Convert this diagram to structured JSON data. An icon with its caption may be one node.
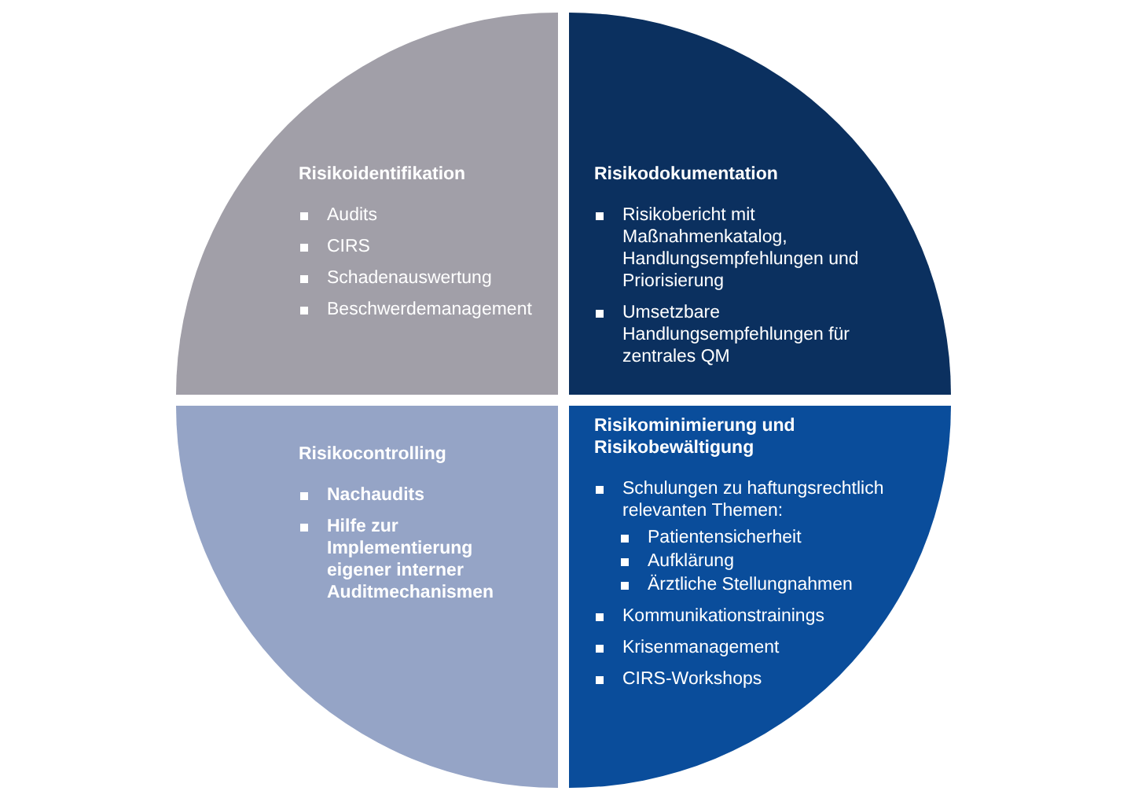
{
  "diagram": {
    "nodes": [
      {
        "text": [
          "Risikoidentifikation",
          "Audits",
          "CIRS",
          "Schadenauswertung",
          "Beschwerdemanagement"
        ]
      },
      {
        "text": [
          "Risikodokumentation",
          "Risikobericht mit Maßnahmenkatalog, Handlungsempfehlungen und Priorisierung",
          "Umsetzbare Handlungsempfehlungen für zentrales QM"
        ]
      },
      {
        "text": [
          "Risikocontrolling",
          "Nachaudits",
          "Hilfe zur Implementierung eigener interner Auditmechanismen"
        ]
      },
      {
        "text": [
          "Risikominimierung und Risikobewältigung",
          "Schulungen zu haftungsrechtlich relevanten Themen:",
          "Patientensicherheit",
          "Aufklärung",
          "Ärztliche Stellungnahmen",
          "Kommunikationstrainings",
          "Krisenmanagement",
          "CIRS-Workshops"
        ]
      }
    ]
  }
}
